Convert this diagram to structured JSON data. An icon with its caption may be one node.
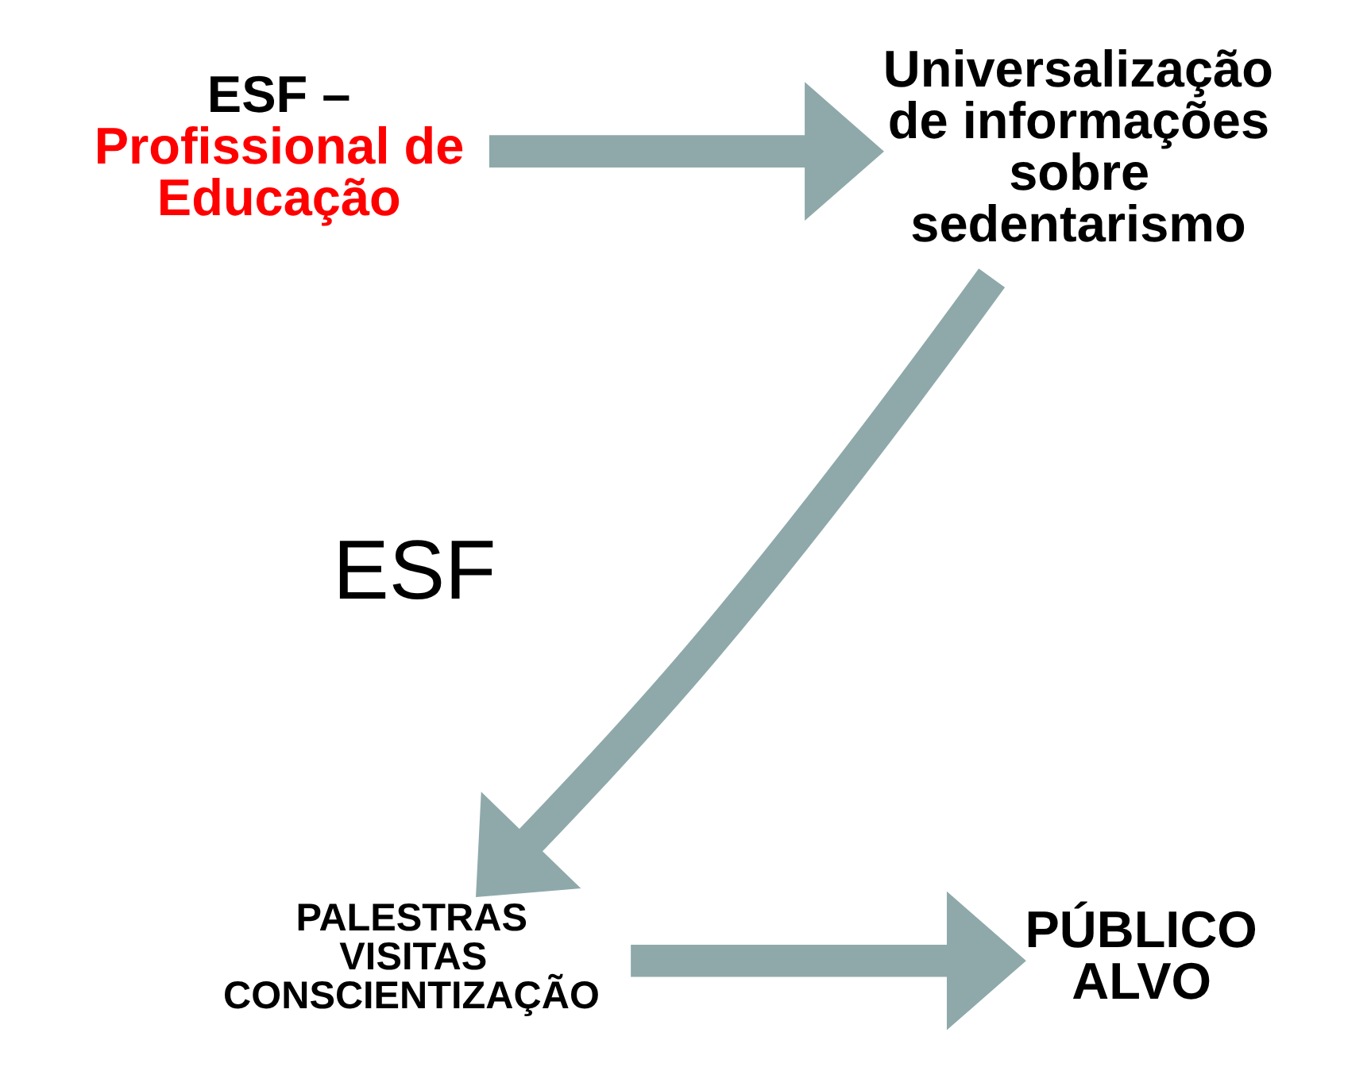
{
  "diagram": {
    "nodes": [
      {
        "text": [
          "ESF –",
          "Profissional de Educação"
        ]
      },
      {
        "text": [
          "Universalização de informações sobre sedentarismo"
        ]
      },
      {
        "text": [
          "PALESTRAS VISITAS CONSCIENTIZAÇÃO"
        ]
      },
      {
        "text": [
          "PÚBLICO ALVO"
        ]
      }
    ],
    "edges": [
      {
        "from": 0,
        "to": 1,
        "arrow": "to"
      },
      {
        "from": 1,
        "to": 2,
        "arrow": "to"
      },
      {
        "from": 2,
        "to": 3,
        "arrow": "to"
      }
    ],
    "labels": [
      "ESF"
    ]
  }
}
